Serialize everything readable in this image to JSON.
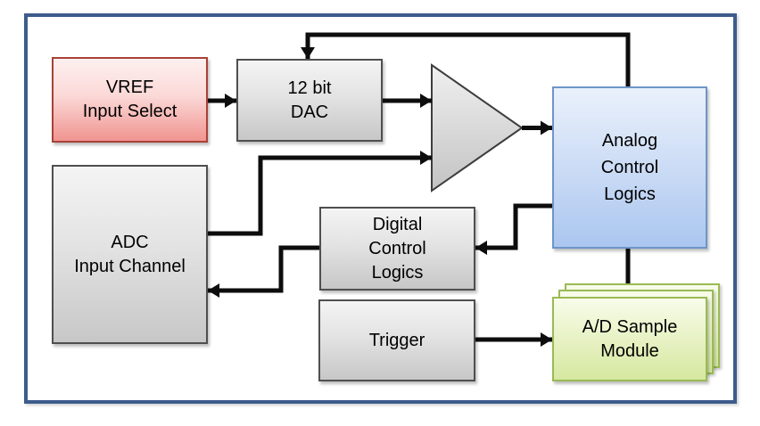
{
  "diagram": {
    "type": "block-diagram",
    "background": "#ffffff",
    "frame_border_color": "#3d5c8c",
    "wire_color": "#0d0d0d",
    "blocks": {
      "vref_input_select": {
        "label": "VREF\nInput Select",
        "fill_bottom": "#f09490",
        "fill_top": "#fdf0ef",
        "border": "#a94137"
      },
      "dac_12bit": {
        "label": "12 bit\nDAC",
        "fill_bottom": "#c7c7c7",
        "fill_top": "#f4f4f4",
        "border": "#4f4f4f"
      },
      "comparator": {
        "label": "",
        "shape": "triangle-right",
        "fill_top": "#f0f0f0",
        "fill_bottom": "#c3c3c3",
        "border": "#3d3d3d"
      },
      "analog_control_logics": {
        "label": "Analog\nControl\nLogics",
        "fill_bottom": "#aac6ef",
        "fill_top": "#eaf1fc",
        "border": "#6e95c8"
      },
      "adc_input_channel": {
        "label": "ADC\nInput Channel",
        "fill_bottom": "#c7c7c7",
        "fill_top": "#f4f4f4",
        "border": "#4f4f4f"
      },
      "digital_control_logics": {
        "label": "Digital\nControl\nLogics",
        "fill_bottom": "#c7c7c7",
        "fill_top": "#f4f4f4",
        "border": "#4f4f4f"
      },
      "trigger": {
        "label": "Trigger",
        "fill_bottom": "#c7c7c7",
        "fill_top": "#f4f4f4",
        "border": "#4f4f4f"
      },
      "ad_sample_module": {
        "label": "A/D Sample\nModule",
        "fill_bottom": "#d6e8a0",
        "fill_top": "#f8fcea",
        "border": "#9aba55",
        "stacked_cards": 3
      }
    },
    "connectors": [
      {
        "from": "vref_input_select",
        "to": "dac_12bit",
        "arrow": true
      },
      {
        "from": "analog_control_logics",
        "to": "dac_12bit",
        "arrow": true,
        "route": "up-over-top-feedback"
      },
      {
        "from": "dac_12bit",
        "to": "comparator",
        "arrow": true
      },
      {
        "from": "adc_input_channel",
        "to": "comparator",
        "arrow": true,
        "route": "right-up-right"
      },
      {
        "from": "comparator",
        "to": "analog_control_logics",
        "arrow": true
      },
      {
        "from": "analog_control_logics",
        "to": "digital_control_logics",
        "arrow": true,
        "route": "left-down-left"
      },
      {
        "from": "digital_control_logics",
        "to": "adc_input_channel",
        "arrow": true,
        "route": "left-down-left"
      },
      {
        "from": "trigger",
        "to": "ad_sample_module",
        "arrow": true
      },
      {
        "from": "analog_control_logics",
        "to": "ad_sample_module",
        "arrow": false,
        "route": "straight-down"
      }
    ]
  }
}
